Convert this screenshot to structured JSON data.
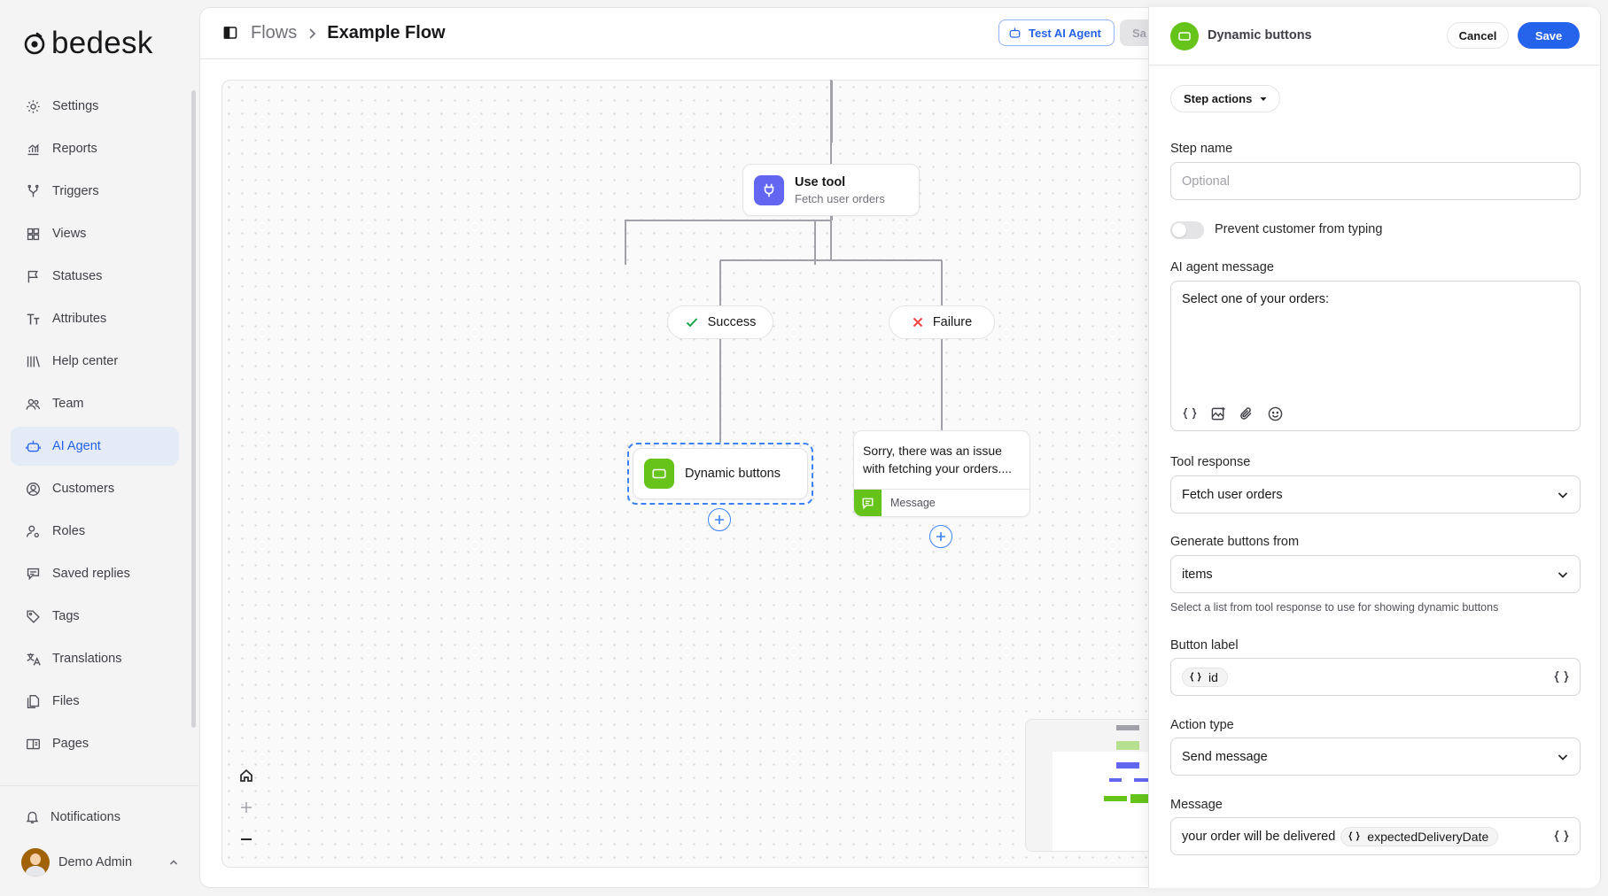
{
  "app": {
    "logo_text": "bedesk"
  },
  "sidebar": {
    "items": [
      {
        "label": "Settings",
        "icon": "gear-icon"
      },
      {
        "label": "Reports",
        "icon": "chart-icon"
      },
      {
        "label": "Triggers",
        "icon": "branch-icon"
      },
      {
        "label": "Views",
        "icon": "grid-icon"
      },
      {
        "label": "Statuses",
        "icon": "flag-icon"
      },
      {
        "label": "Attributes",
        "icon": "text-icon"
      },
      {
        "label": "Help center",
        "icon": "library-icon"
      },
      {
        "label": "Team",
        "icon": "team-icon"
      },
      {
        "label": "AI Agent",
        "icon": "bot-icon",
        "active": true
      },
      {
        "label": "Customers",
        "icon": "user-circle-icon"
      },
      {
        "label": "Roles",
        "icon": "user-gear-icon"
      },
      {
        "label": "Saved replies",
        "icon": "saved-replies-icon"
      },
      {
        "label": "Tags",
        "icon": "tag-icon"
      },
      {
        "label": "Translations",
        "icon": "translate-icon"
      },
      {
        "label": "Files",
        "icon": "files-icon"
      },
      {
        "label": "Pages",
        "icon": "pages-icon"
      }
    ],
    "notifications_label": "Notifications",
    "user_name": "Demo Admin"
  },
  "header": {
    "breadcrumb_parent": "Flows",
    "breadcrumb_current": "Example Flow",
    "test_button": "Test AI Agent",
    "save_button_partial": "Sa"
  },
  "flow": {
    "tool_node": {
      "title": "Use tool",
      "subtitle": "Fetch user orders"
    },
    "branch_success": "Success",
    "branch_failure": "Failure",
    "dynamic_node": {
      "label": "Dynamic buttons"
    },
    "message_node": {
      "text": "Sorry, there was an issue with fetching your orders....",
      "type_label": "Message"
    }
  },
  "drawer": {
    "title": "Dynamic buttons",
    "cancel": "Cancel",
    "save": "Save",
    "step_actions": "Step actions",
    "step_name_label": "Step name",
    "step_name_placeholder": "Optional",
    "prevent_typing_label": "Prevent customer from typing",
    "prevent_typing_on": false,
    "ai_message_label": "AI agent message",
    "ai_message_value": "Select one of your orders:",
    "tool_response_label": "Tool response",
    "tool_response_value": "Fetch user orders",
    "generate_from_label": "Generate buttons from",
    "generate_from_value": "items",
    "generate_from_hint": "Select a list from tool response to use for showing dynamic buttons",
    "button_label_label": "Button label",
    "button_label_var": "id",
    "action_type_label": "Action type",
    "action_type_value": "Send message",
    "message_label": "Message",
    "message_prefix": "your order will be delivered",
    "message_var": "expectedDeliveryDate"
  },
  "colors": {
    "accent": "#2563eb",
    "tool_icon": "#6366f1",
    "green": "#65c31a",
    "failure": "#ef4444",
    "success": "#16a34a"
  }
}
